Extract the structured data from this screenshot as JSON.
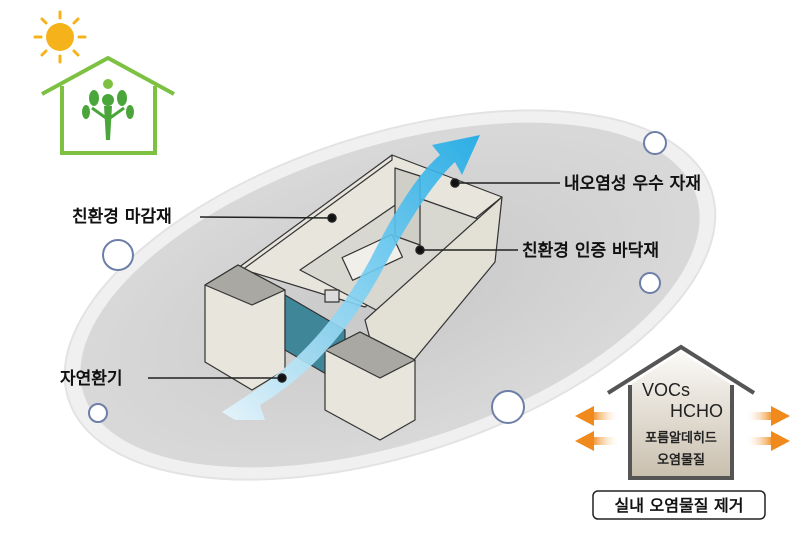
{
  "labels": {
    "finish": "친환경 마감재",
    "stain_resistant": "내오염성 우수 자재",
    "certified_floor": "친환경 인증 바닥재",
    "ventilation": "자연환기"
  },
  "pollutant_house": {
    "line1": "VOCs",
    "line2": "HCHO",
    "line3": "포름알데히드",
    "line4": "오염물질",
    "caption": "실내 오염물질 제거"
  },
  "colors": {
    "green": "#7dc142",
    "airflow": "#29aee8",
    "arrow": "#f08a1c",
    "sun": "#f6b21a"
  },
  "icons": [
    "sun-icon",
    "eco-house-icon",
    "tree-person-icon",
    "airflow-arrow-icon",
    "outflow-arrow-icon"
  ]
}
